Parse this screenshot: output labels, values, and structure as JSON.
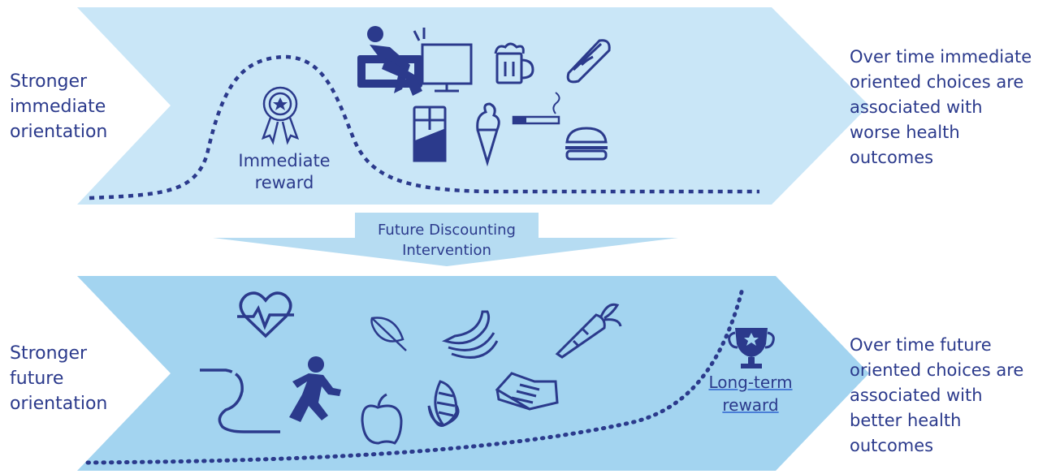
{
  "left_labels": {
    "top": [
      "Stronger",
      "immediate",
      "orientation"
    ],
    "bottom": [
      "Stronger",
      "future",
      "orientation"
    ]
  },
  "right_labels": {
    "top": [
      "Over time immediate",
      "oriented choices are",
      "associated with",
      "worse health",
      "outcomes"
    ],
    "bottom": [
      "Over time future",
      "oriented choices are",
      "associated with",
      "better health",
      "outcomes"
    ]
  },
  "immediate_reward_label": [
    "Immediate",
    "reward"
  ],
  "intervention_label": [
    "Future Discounting",
    "Intervention"
  ],
  "long_term_reward_label": [
    "Long-term",
    "reward"
  ],
  "colors": {
    "top_band": "#c9e6f7",
    "bottom_band": "#a3d4f0",
    "intervention_arrow": "#b6dcf2",
    "icon": "#2b3a8c",
    "text": "#2b3a8c"
  },
  "icons_top": [
    "medal-icon",
    "person-on-couch-icon",
    "television-icon",
    "beer-mug-icon",
    "hot-dog-icon",
    "chocolate-bar-icon",
    "ice-cream-cone-icon",
    "cigarette-icon",
    "burger-icon"
  ],
  "icons_bottom": [
    "heart-rate-icon",
    "running-person-icon",
    "leaf-icon",
    "banana-icon",
    "carrot-icon",
    "apple-icon",
    "corn-icon",
    "book-icon",
    "trophy-icon"
  ]
}
